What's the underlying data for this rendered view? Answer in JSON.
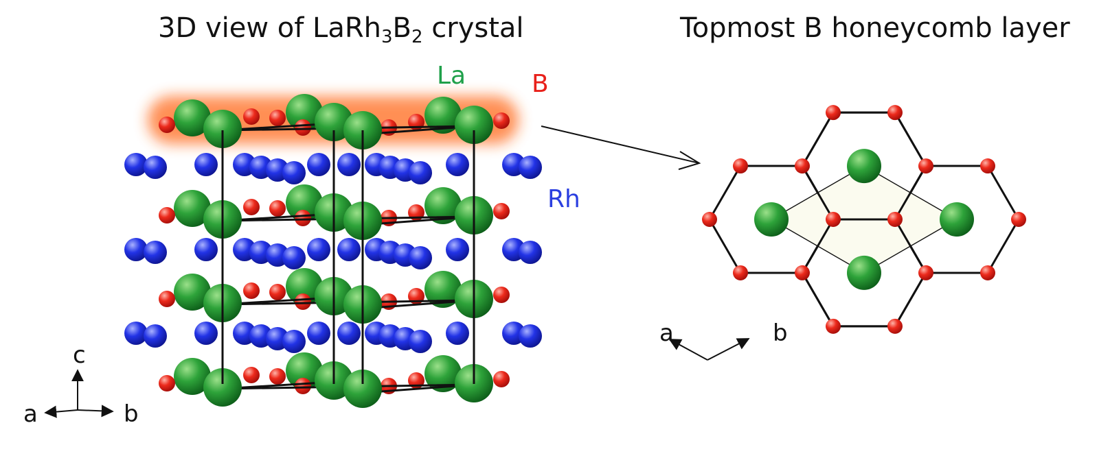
{
  "titles": {
    "left_prefix": "3D view of LaRh",
    "left_sub1": "3",
    "left_mid": "B",
    "left_sub2": "2",
    "left_suffix": " crystal",
    "right": "Topmost B honeycomb layer"
  },
  "labels": {
    "la": "La",
    "b": "B",
    "rh": "Rh"
  },
  "axes_left": {
    "c": "c",
    "a": "a",
    "b": "b"
  },
  "axes_right": {
    "a": "a",
    "b": "b"
  },
  "colors": {
    "la": "#1f9a2e",
    "b": "#e8201a",
    "rh": "#2233e6",
    "highlight": "#ff6a1a",
    "cell": "#111111",
    "rhombus_fill": "#fbfbef"
  }
}
